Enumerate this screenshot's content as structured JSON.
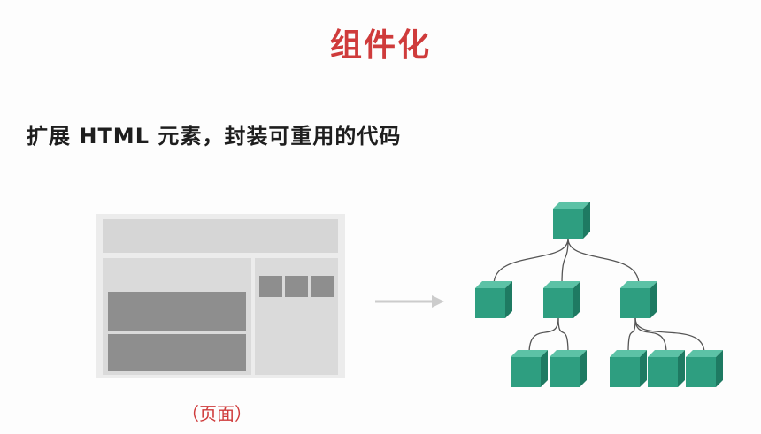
{
  "title": "组件化",
  "subtitle": "扩展 HTML 元素，封装可重用的代码",
  "caption": "（页面）",
  "colors": {
    "title": "#cf3b3b",
    "caption": "#cf3b3b",
    "cube_front": "#2e9e80",
    "cube_top": "#5cc2a6",
    "cube_side": "#1e7a62",
    "connector": "#555555",
    "arrow": "#cccccc"
  },
  "tree": {
    "nodes": [
      "root",
      "child-left",
      "child-middle",
      "child-right",
      "leaf-1",
      "leaf-2",
      "leaf-3",
      "leaf-4",
      "leaf-5"
    ],
    "edges": [
      [
        "root",
        "child-left"
      ],
      [
        "root",
        "child-middle"
      ],
      [
        "root",
        "child-right"
      ],
      [
        "child-middle",
        "leaf-1"
      ],
      [
        "child-middle",
        "leaf-2"
      ],
      [
        "child-right",
        "leaf-3"
      ],
      [
        "child-right",
        "leaf-4"
      ],
      [
        "child-right",
        "leaf-5"
      ]
    ]
  }
}
